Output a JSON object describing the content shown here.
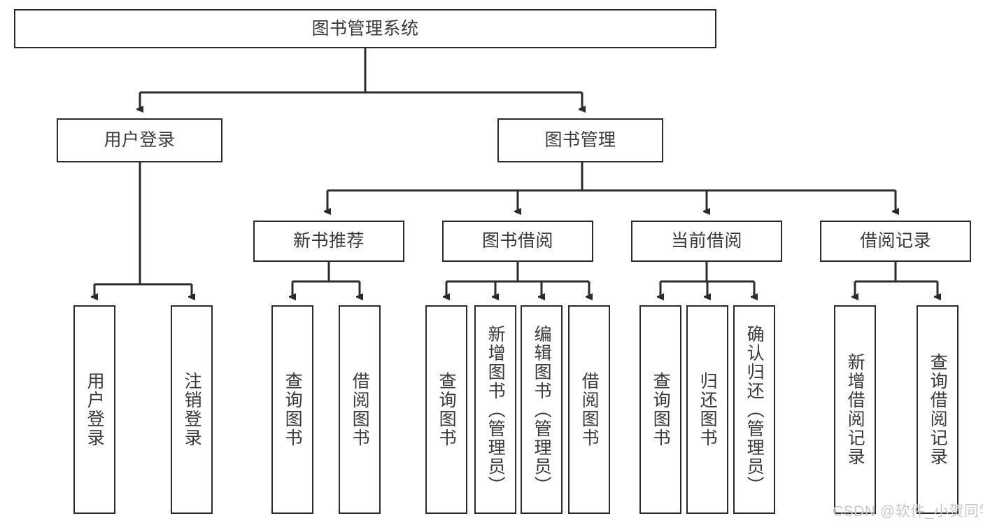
{
  "diagram": {
    "type": "hierarchy-tree",
    "title": "图书管理系统",
    "watermark": "CSDN @软件_小贺同学",
    "colors": {
      "box_border": "#2b2b2b",
      "box_fill": "#ffffff",
      "text": "#3a3a3a",
      "connector": "#2b2b2b",
      "watermark": "#c9c9c9"
    },
    "nodes": {
      "root": {
        "label": "图书管理系统"
      },
      "level2": [
        {
          "label": "用户登录"
        },
        {
          "label": "图书管理"
        }
      ],
      "level3": [
        {
          "label": "新书推荐"
        },
        {
          "label": "图书借阅"
        },
        {
          "label": "当前借阅"
        },
        {
          "label": "借阅记录"
        }
      ],
      "leaves": {
        "user_login": [
          {
            "label": "用户登录"
          },
          {
            "label": "注销登录"
          }
        ],
        "new_book_recommend": [
          {
            "label": "查询图书"
          },
          {
            "label": "借阅图书"
          }
        ],
        "book_borrow": [
          {
            "label": "查询图书"
          },
          {
            "label": "新增图书（管理员）"
          },
          {
            "label": "编辑图书（管理员）"
          },
          {
            "label": "借阅图书"
          }
        ],
        "current_borrow": [
          {
            "label": "查询图书"
          },
          {
            "label": "归还图书"
          },
          {
            "label": "确认归还（管理员）"
          }
        ],
        "borrow_record": [
          {
            "label": "新增借阅记录"
          },
          {
            "label": "查询借阅记录"
          }
        ]
      }
    }
  }
}
